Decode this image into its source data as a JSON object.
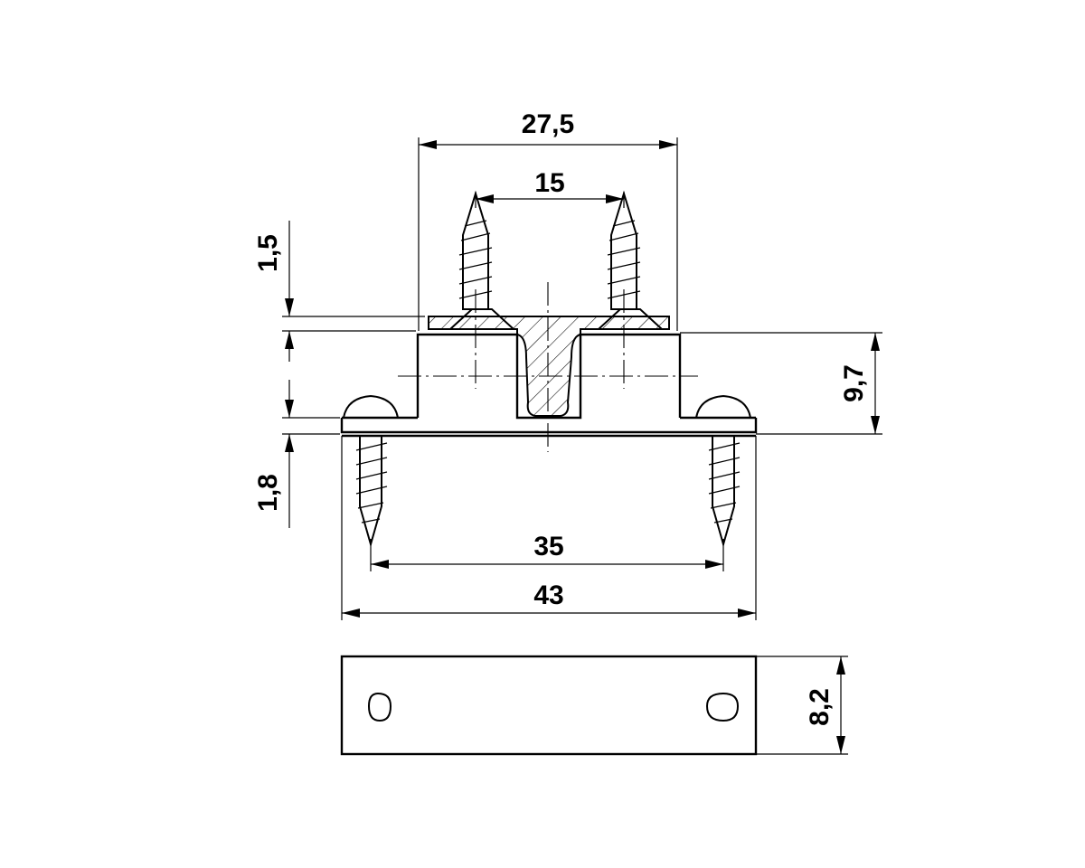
{
  "dimensions": {
    "top_width": "27,5",
    "screw_spacing_top": "15",
    "plate_thickness": "1,5",
    "body_height": "9,7",
    "base_thickness": "1,8",
    "screw_spacing_bottom": "35",
    "overall_width": "43",
    "plate_depth": "8,2"
  }
}
